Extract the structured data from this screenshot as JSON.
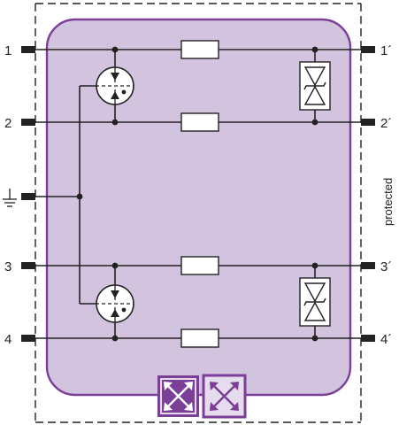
{
  "terminals": {
    "left": [
      "1",
      "2",
      "3",
      "4"
    ],
    "right": [
      "1´",
      "2´",
      "3´",
      "4´"
    ]
  },
  "protected_label": "protected",
  "symbols": {
    "ground": "ground-icon",
    "gas_discharge_tube": "gas-discharge-tube-icon",
    "resistor": "resistor-icon",
    "suppressor_diode": "bidirectional-tvs-diode-icon",
    "badge_left": "arrows-badge-filled-icon",
    "badge_right": "arrows-badge-outline-icon"
  },
  "colors": {
    "module_fill": "#d2c4de",
    "module_border": "#7b3f98",
    "badge_filled": "#7b3f98",
    "badge_outline_fill": "#e6dced",
    "line": "#222222"
  }
}
